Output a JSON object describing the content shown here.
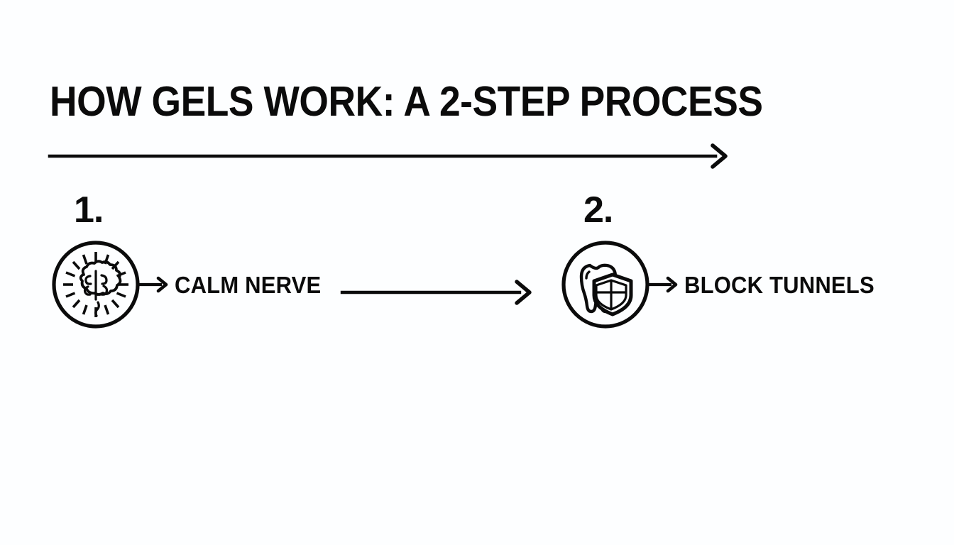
{
  "page": {
    "title": "HOW GELS WORK: A 2-STEP PROCESS",
    "background_color": "#fdfeff",
    "ink_color": "#0b0b0b"
  },
  "divider": {
    "icon": "long-right-arrow-icon"
  },
  "steps": [
    {
      "number": "1.",
      "label": "CALM NERVE",
      "icon": "brain-radiating-icon",
      "connector_icon": "short-right-arrow-icon"
    },
    {
      "number": "2.",
      "label": "BLOCK TUNNELS",
      "icon": "tooth-shield-icon",
      "connector_icon": "short-right-arrow-icon"
    }
  ],
  "flow": {
    "connector_icon": "long-right-arrow-icon"
  }
}
